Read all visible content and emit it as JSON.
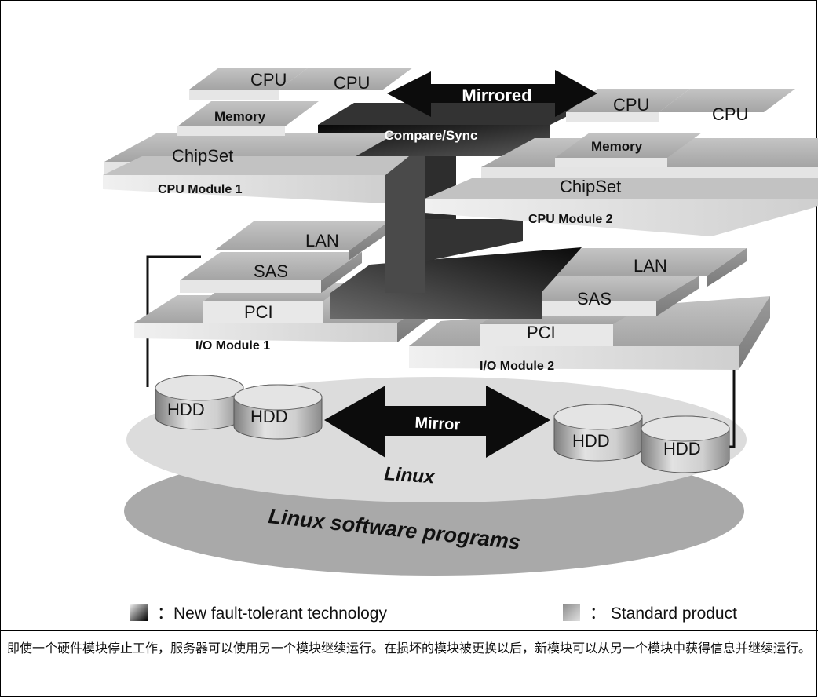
{
  "diagram": {
    "mirrored": "Mirrored",
    "compare_sync": "Compare/Sync",
    "cpu_module_1": {
      "title": "CPU Module 1",
      "cpu_a": "CPU",
      "cpu_b": "CPU",
      "memory": "Memory",
      "chipset": "ChipSet"
    },
    "cpu_module_2": {
      "title": "CPU Module 2",
      "cpu_a": "CPU",
      "cpu_b": "CPU",
      "memory": "Memory",
      "chipset": "ChipSet"
    },
    "io_module_1": {
      "title": "I/O Module 1",
      "lan": "LAN",
      "sas": "SAS",
      "pci": "PCI"
    },
    "io_module_2": {
      "title": "I/O Module 2",
      "lan": "LAN",
      "sas": "SAS",
      "pci": "PCI"
    },
    "hdd": [
      "HDD",
      "HDD",
      "HDD",
      "HDD"
    ],
    "mirror": "Mirror",
    "linux": "Linux",
    "linux_software": "Linux software programs"
  },
  "legend": {
    "new_ft": "：New fault-tolerant technology",
    "standard": "： Standard product"
  },
  "caption": "即使一个硬件模块停止工作，服务器可以使用另一个模块继续运行。在损坏的模块被更换以后，新模块可以从另一个模块中获得信息并继续运行。",
  "colors": {
    "ft_dark": "#1a1a1a",
    "standard_gray": "#b8b8b8",
    "ellipse_light": "#dcdcdc",
    "ellipse_dark": "#a8a8a8"
  }
}
